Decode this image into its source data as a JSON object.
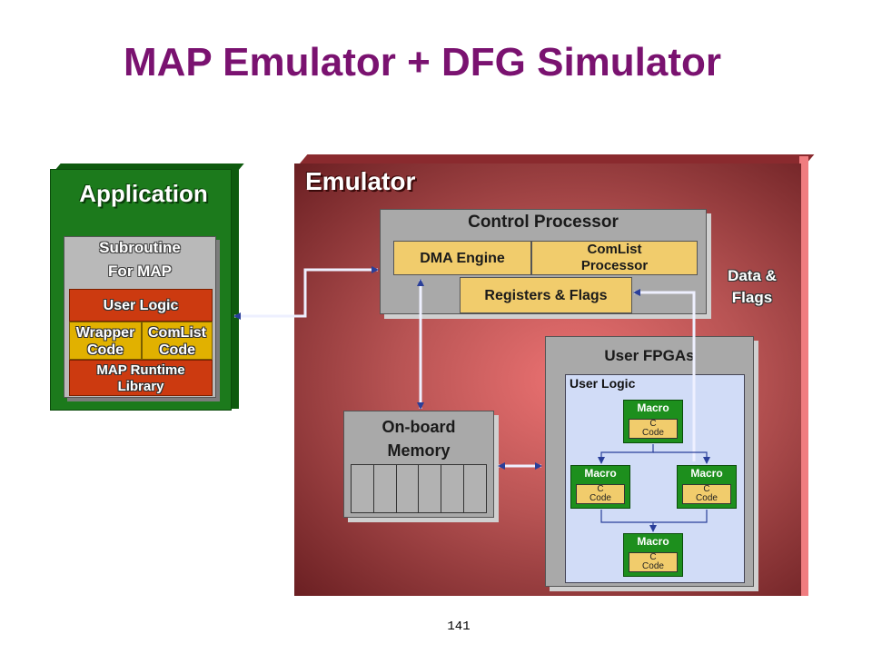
{
  "title": "MAP Emulator + DFG Simulator",
  "page_number": "141",
  "application": {
    "label": "Application",
    "subroutine_line1": "Subroutine",
    "subroutine_line2": "For MAP",
    "user_logic": "User Logic",
    "wrapper_line1": "Wrapper",
    "wrapper_line2": "Code",
    "comlist_line1": "ComList",
    "comlist_line2": "Code",
    "runtime_line1": "MAP Runtime",
    "runtime_line2": "Library"
  },
  "emulator": {
    "label": "Emulator",
    "control_processor": "Control Processor",
    "dma_engine": "DMA Engine",
    "comlist_proc_line1": "ComList",
    "comlist_proc_line2": "Processor",
    "registers": "Registers & Flags",
    "data_flags_line1": "Data &",
    "data_flags_line2": "Flags",
    "memory_line1": "On-board",
    "memory_line2": "Memory",
    "user_fpgas": "User FPGAs",
    "user_logic": "User Logic",
    "macros": [
      {
        "label": "Macro",
        "code_line1": "C",
        "code_line2": "Code"
      },
      {
        "label": "Macro",
        "code_line1": "C",
        "code_line2": "Code"
      },
      {
        "label": "Macro",
        "code_line1": "C",
        "code_line2": "Code"
      },
      {
        "label": "Macro",
        "code_line1": "C",
        "code_line2": "Code"
      }
    ]
  },
  "colors": {
    "title": "#7a1270",
    "application": "#1c7a1c",
    "emulator": "#b75353",
    "arrow": "#2a3f9a"
  }
}
